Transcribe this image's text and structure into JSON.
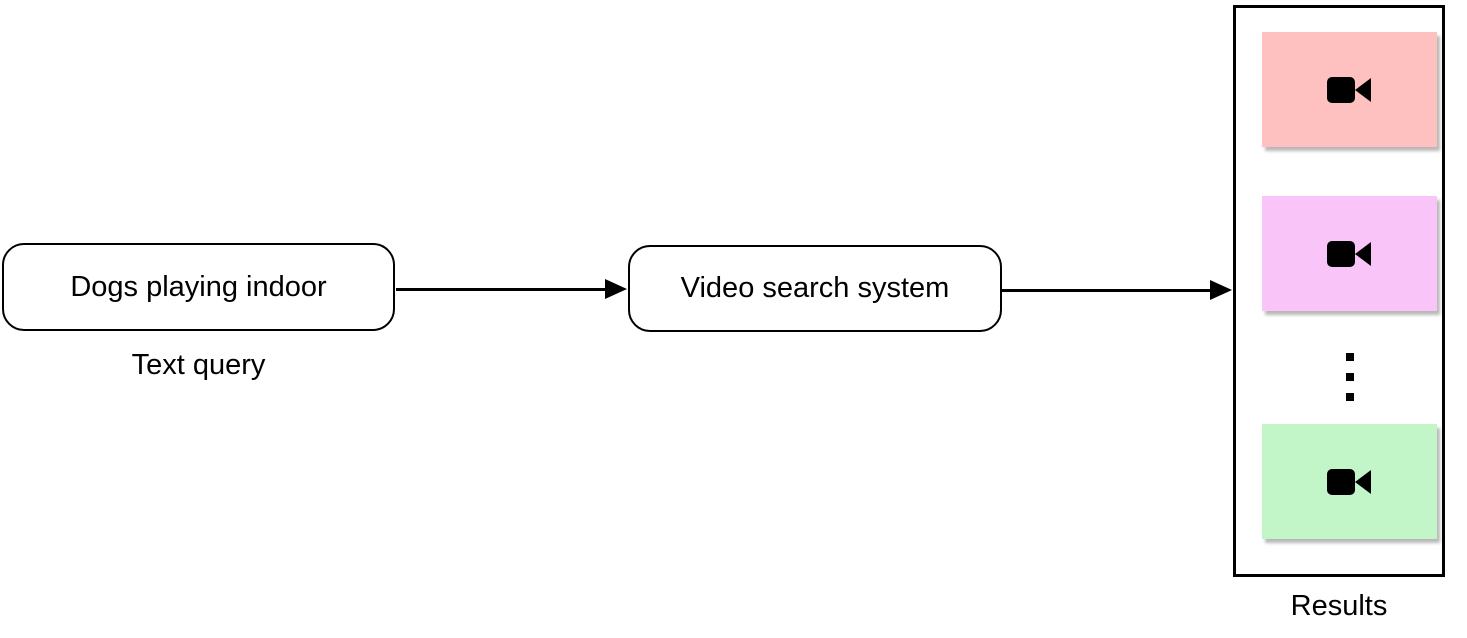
{
  "figure": {
    "background_color": "#ffffff",
    "stroke_color": "#000000",
    "query_box": {
      "label": "Dogs playing indoor"
    },
    "query_caption": "Text query",
    "system_box": {
      "label": "Video search system"
    },
    "results_panel": {
      "caption": "Results",
      "videos": [
        {
          "color": "#ffc0c0",
          "icon": "video-camera-icon"
        },
        {
          "color": "#f9c5f9",
          "icon": "video-camera-icon"
        },
        {
          "color": "#c2f6c9",
          "icon": "video-camera-icon"
        }
      ],
      "more_indicator_icon": "vertical-ellipsis-icon"
    }
  }
}
